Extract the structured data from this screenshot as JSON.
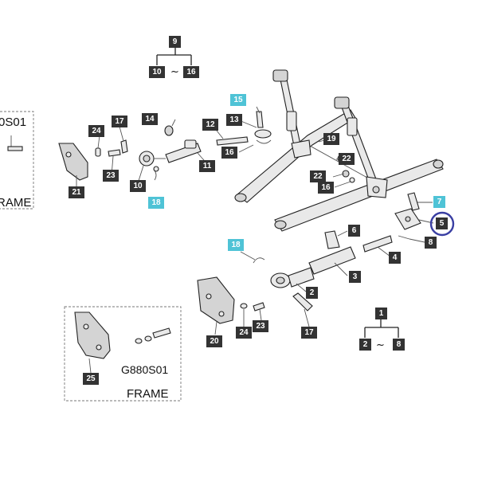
{
  "colors": {
    "label_dark": "#333333",
    "label_cyan": "#4fc3d6",
    "highlight_circle": "#3a3fa3"
  },
  "texts": {
    "partial_code": "0S01",
    "frame_left": "RAME",
    "inset_code": "G880S01",
    "inset_frame": "FRAME",
    "tilde": "~"
  },
  "labels": {
    "l9": "9",
    "l10a": "10",
    "l16a": "16",
    "l1": "1",
    "l2a": "2",
    "l8a": "8",
    "l15": "15",
    "l17a": "17",
    "l14": "14",
    "l12": "12",
    "l13": "13",
    "l24a": "24",
    "l19": "19",
    "l22a": "22",
    "l22b": "22",
    "l16b": "16",
    "l11": "11",
    "l23a": "23",
    "l10b": "10",
    "l18a": "18",
    "l21": "21",
    "l7": "7",
    "l5": "5",
    "l8b": "8",
    "l6": "6",
    "l4": "4",
    "l3": "3",
    "l18b": "18",
    "l2b": "2",
    "l24b": "24",
    "l23b": "23",
    "l17b": "17",
    "l20": "20",
    "l25": "25"
  }
}
